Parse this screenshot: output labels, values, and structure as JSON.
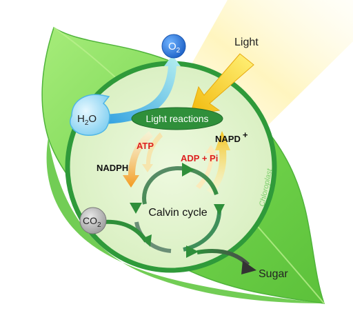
{
  "labels": {
    "light": "Light",
    "oxygen": "O",
    "oxygen_sub": "2",
    "water": "H",
    "water_sub": "2",
    "water_tail": "O",
    "light_reactions": "Light reactions",
    "atp": "ATP",
    "nadph": "NADPH",
    "napd": "NAPD",
    "napd_sup": "+",
    "adp_pi": "ADP + Pi",
    "calvin_cycle": "Calvin cycle",
    "co2": "CO",
    "co2_sub": "2",
    "sugar": "Sugar",
    "chloroplast": "Chloroplast"
  },
  "colors": {
    "leaf": "#7ed957",
    "leaf_dark": "#3aa63a",
    "chloroplast_fill": "#e6f5cf",
    "chloroplast_border": "#2f9a3a",
    "light_beam": "#fff6c2",
    "light_arrow": "#f7c51a",
    "water_drop": "#9fdcf6",
    "water_arrow": "#36a8e6",
    "oxygen": "#2f7fe0",
    "light_reactions_fill": "#2f8f3a",
    "atp_text": "#dd1f1f",
    "adp_text": "#dd1f1f",
    "cycle_arrow": "#2f8f55",
    "co2": "#bdbdbd",
    "sugar_arrow": "#7a8a7a"
  }
}
